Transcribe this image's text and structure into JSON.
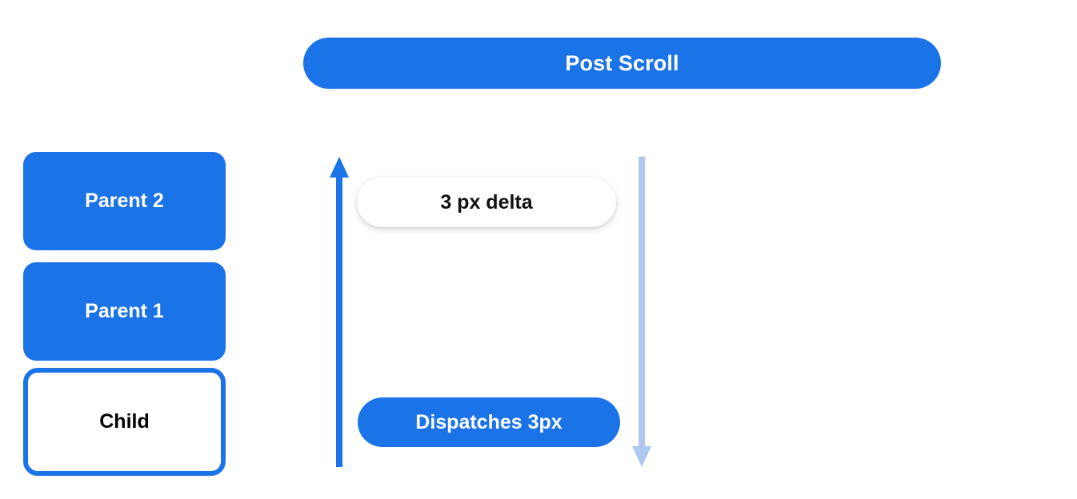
{
  "header": {
    "title": "Post Scroll"
  },
  "colors": {
    "brand_blue": "#1b73e8",
    "light_blue": "#aec8f2",
    "white": "#ffffff",
    "text_black": "#000000"
  },
  "left_column": {
    "boxes": [
      {
        "label": "Parent 2",
        "style": "filled"
      },
      {
        "label": "Parent 1",
        "style": "filled"
      },
      {
        "label": "Child",
        "style": "outlined"
      }
    ]
  },
  "flow": {
    "up_arrow": {
      "name": "scroll-up-arrow",
      "direction": "up",
      "color": "#1b73e8"
    },
    "down_arrow": {
      "name": "scroll-down-arrow",
      "direction": "down",
      "color": "#aec8f2"
    },
    "delta_pill": {
      "label": "3 px delta"
    },
    "dispatch_pill": {
      "label": "Dispatches 3px"
    }
  }
}
